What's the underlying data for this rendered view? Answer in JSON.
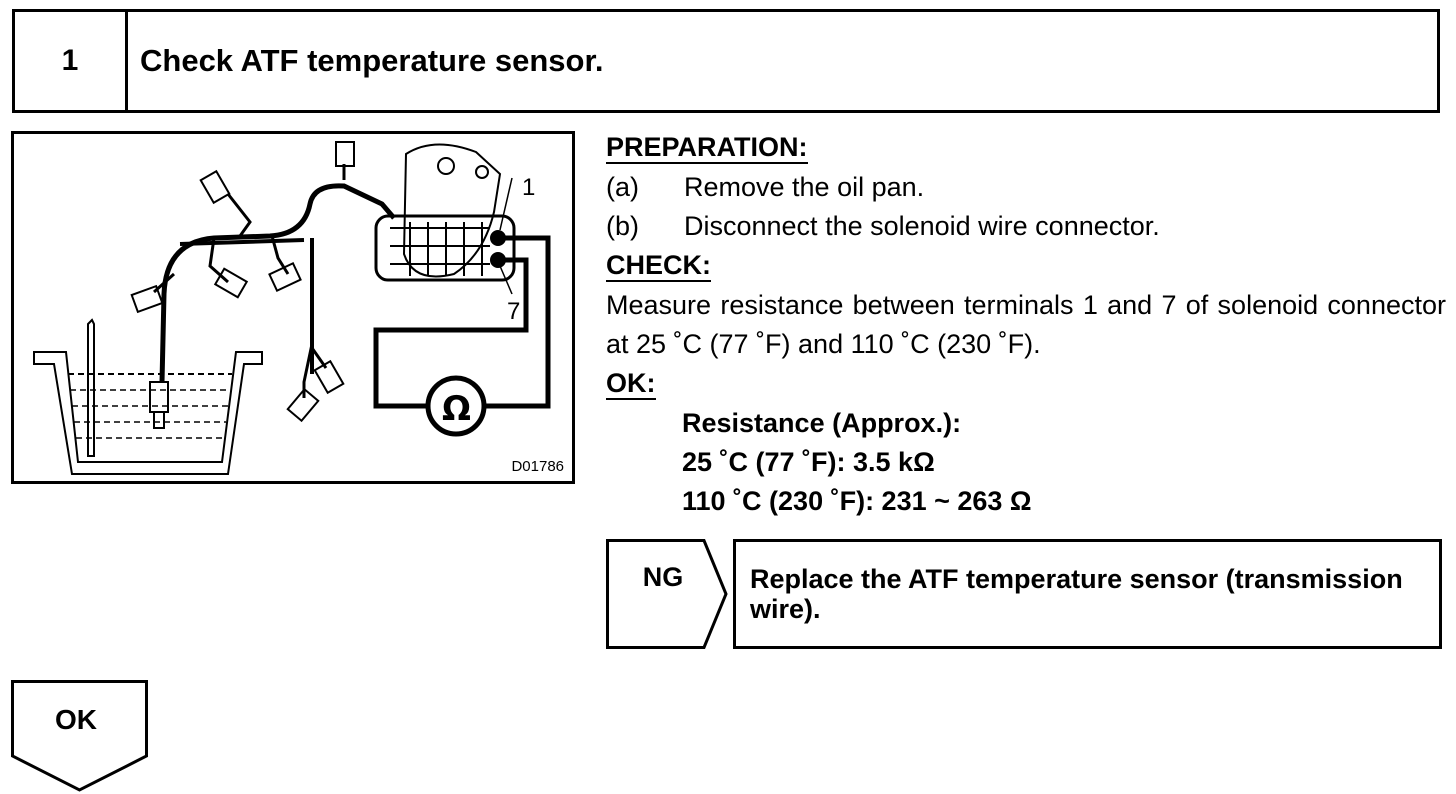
{
  "step": {
    "number": "1",
    "title": "Check ATF temperature sensor."
  },
  "figure": {
    "code": "D01786",
    "callout_1": "1",
    "callout_7": "7",
    "meter_symbol": "Ω"
  },
  "preparation": {
    "heading": "PREPARATION:",
    "steps": [
      {
        "letter": "(a)",
        "text": "Remove the oil pan."
      },
      {
        "letter": "(b)",
        "text": "Disconnect the solenoid wire connector."
      }
    ]
  },
  "check": {
    "heading": "CHECK:",
    "text": "Measure resistance between terminals 1 and 7 of solenoid con­nector at 25 ˚C (77 ˚F) and 110 ˚C (230 ˚F)."
  },
  "ok": {
    "heading": "OK:",
    "spec_title": "Resistance (Approx.):",
    "spec_lines": [
      "25 ˚C (77 ˚F): 3.5 kΩ",
      "110 ˚C (230 ˚F): 231 ~ 263 Ω"
    ]
  },
  "ng": {
    "label": "NG",
    "action": "Replace the ATF temperature sensor (transmis­sion wire)."
  },
  "ok_arrow": {
    "label": "OK"
  }
}
